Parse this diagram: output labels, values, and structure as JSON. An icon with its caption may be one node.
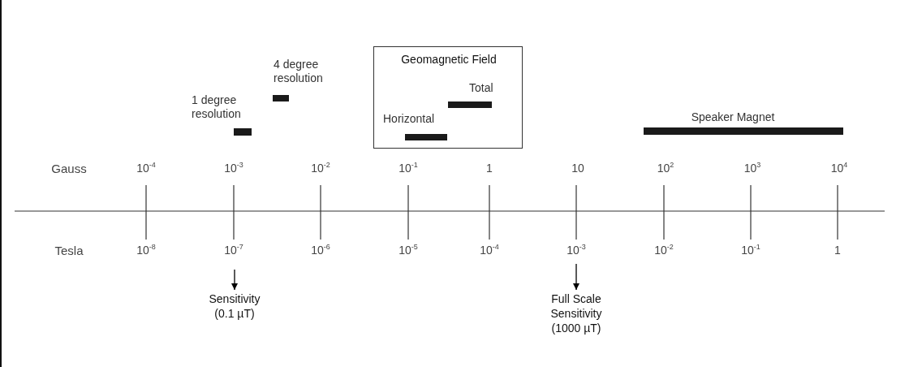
{
  "diagram": {
    "nodes": [
      {
        "text": [
          "1 degree resolution"
        ]
      },
      {
        "text": [
          "4 degree resolution"
        ]
      },
      {
        "text": [
          "Geomagnetic Field"
        ]
      },
      {
        "text": [
          "Horizontal"
        ],
        "in": 2
      },
      {
        "text": [
          "Total"
        ],
        "in": 2
      },
      {
        "text": [
          "Speaker Magnet"
        ]
      },
      {
        "text": [
          "Sensitivity (0.1 µT)"
        ]
      },
      {
        "text": [
          "Full Scale Sensitivity (1000 µT)"
        ]
      }
    ],
    "edges": [
      {
        "from": null,
        "to": 6,
        "arrow": "to"
      },
      {
        "from": null,
        "to": 7,
        "arrow": "to"
      }
    ],
    "labels": [
      "Gauss",
      "10$^{-4}$",
      "10$^{-3}$",
      "10$^{-2}$",
      "10$^{-1}$",
      "1",
      "10",
      "10$^{2}$",
      "10$^{3}$",
      "10$^{4}$",
      "Tesla",
      "10$^{-8}$",
      "10$^{-7}$",
      "10$^{-6}$",
      "10$^{-5}$",
      "10$^{-4}$",
      "10$^{-3}$",
      "10$^{-2}$",
      "10$^{-1}$",
      "1"
    ]
  }
}
